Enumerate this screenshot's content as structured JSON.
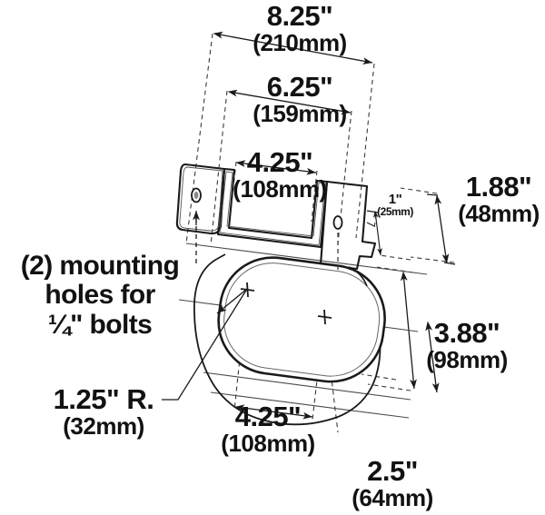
{
  "drawing": {
    "title": "Mounting bracket dimensioned drawing",
    "background_color": "#ffffff",
    "line_color": "#1a1a1a",
    "text_color": "#121212"
  },
  "dimensions": {
    "overall_width": {
      "imperial": "8.25\"",
      "metric": "(210mm)"
    },
    "bracket_width": {
      "imperial": "6.25\"",
      "metric": "(159mm)"
    },
    "channel_width": {
      "imperial": "4.25\"",
      "metric": "(108mm)"
    },
    "flange_height": {
      "imperial": "1\"",
      "metric": "(25mm)"
    },
    "side_height": {
      "imperial": "1.88\"",
      "metric": "(48mm)"
    },
    "body_height": {
      "imperial": "3.88\"",
      "metric": "(98mm)"
    },
    "hole_spacing": {
      "imperial": "4.25\"",
      "metric": "(108mm)"
    },
    "lens_offset": {
      "imperial": "2.5\"",
      "metric": "(64mm)"
    },
    "corner_radius": {
      "imperial": "1.25\" R.",
      "metric": "(32mm)"
    }
  },
  "notes": {
    "mounting_holes": {
      "line1": "(2) mounting",
      "line2": "holes for",
      "line3": "¼\" bolts"
    }
  }
}
